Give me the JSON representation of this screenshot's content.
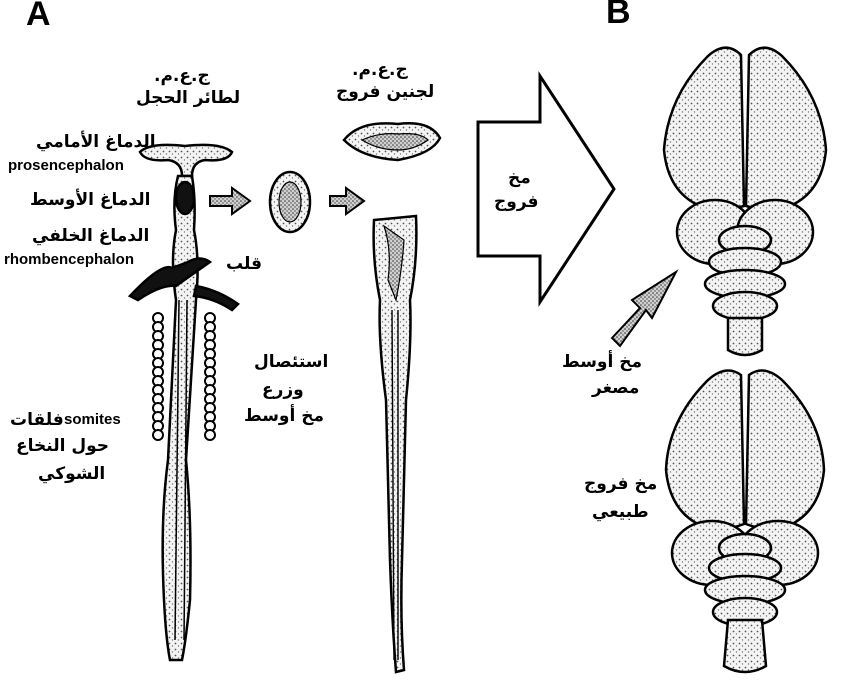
{
  "panels": {
    "a": "A",
    "b": "B"
  },
  "labels": {
    "ccm_quail": "ج.ع.م.",
    "quail_sub": "لطائر الحجل",
    "ccm_chick": "ج.ع.م.",
    "chick_sub": "لجنين فروج",
    "forebrain_ar": "الدماغ الأمامي",
    "forebrain_lat": "prosencephalon",
    "midbrain_ar": "الدماغ الأوسط",
    "hindbrain_ar": "الدماغ الخلفي",
    "hindbrain_lat": "rhombencephalon",
    "heart": "قلب",
    "somites_lat": "somites",
    "somites_ar1": "فلقات",
    "somites_ar2": "حول النخاع",
    "somites_ar3": "الشوكي",
    "excision1": "استئصال",
    "excision2": "وزرع",
    "excision3": "مخ أوسط",
    "chick_brain1": "مخ",
    "chick_brain2": "فروج",
    "small_mid1": "مخ أوسط",
    "small_mid2": "مصغر",
    "normal1": "مخ فروج",
    "normal2": "طبيعي"
  },
  "colors": {
    "ink": "#000000",
    "stipple": "#d9d9d9",
    "fill": "#f2f2f2",
    "arrow_fill": "#bdbdbd"
  }
}
